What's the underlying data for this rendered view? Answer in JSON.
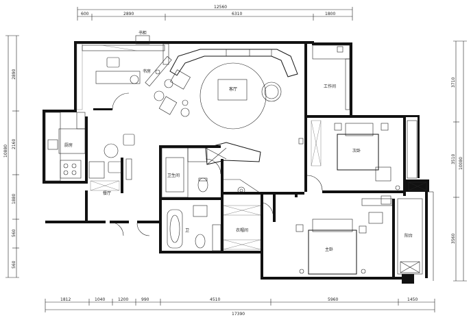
{
  "dimensions": {
    "top_total": "12560",
    "top": [
      "600",
      "2890",
      "6310",
      "1800"
    ],
    "bottom_total": "17390",
    "bottom": [
      "1812",
      "1040",
      "1200",
      "990",
      "4510",
      "5960",
      "1450"
    ],
    "left_total": "10880",
    "left": [
      "2890",
      "2160",
      "1880",
      "560",
      "560"
    ],
    "right_total": "10080",
    "right": [
      "3710",
      "3510",
      "3560"
    ]
  },
  "rooms": {
    "study": "书房",
    "living": "客厅",
    "workroom": "工作间",
    "kitchen": "厨房",
    "dining": "餐厅",
    "guest_bedroom": "次卧",
    "bathroom_1": "卫生间",
    "bathroom_2": "卫",
    "cloakroom": "衣帽间",
    "master_bedroom": "主卧",
    "balcony": "阳台",
    "study_label_small": "书柜"
  },
  "colors": {
    "wall": "#111111",
    "line": "#222222",
    "background": "#ffffff"
  }
}
